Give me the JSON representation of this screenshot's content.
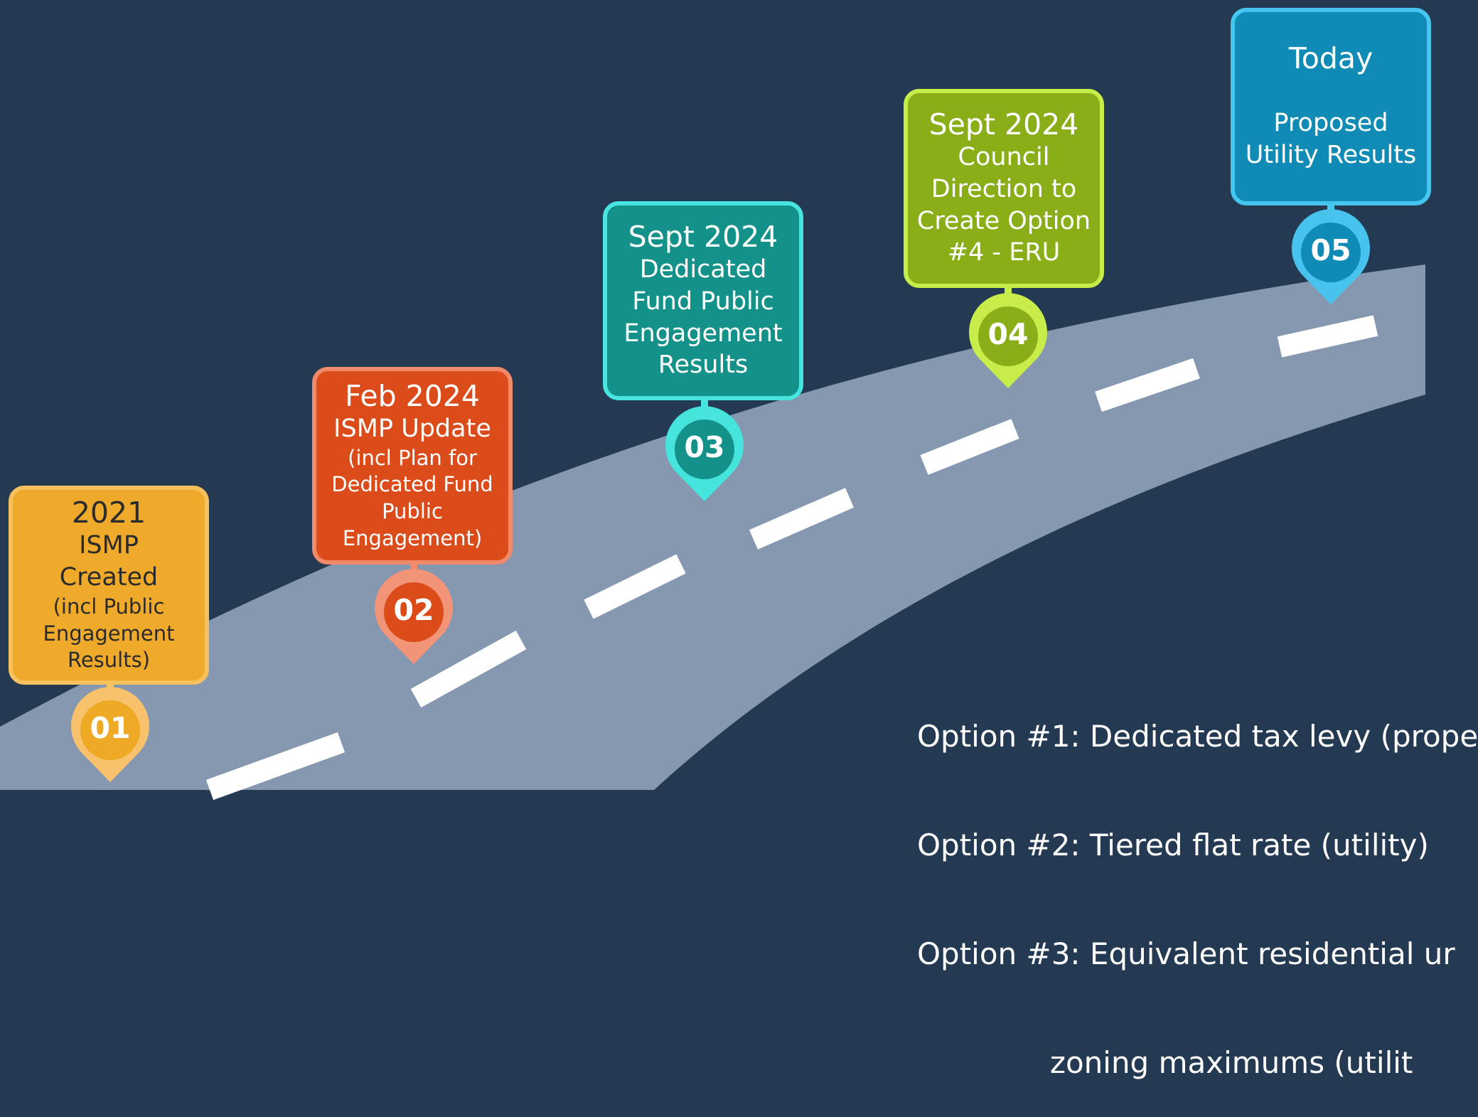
{
  "milestones": [
    {
      "number": "01",
      "title": "2021",
      "headline": [
        "ISMP",
        "Created"
      ],
      "detail": [
        "(incl Public",
        "Engagement",
        "Results)"
      ],
      "colors": {
        "fill": "#efaa2b",
        "border": "#f7c25d",
        "title": "#2b2b2b",
        "text": "#2b2b2b",
        "pin_outer": "#f7c26b",
        "pin_inner": "#eeaa25"
      }
    },
    {
      "number": "02",
      "title": "Feb 2024",
      "headline": [
        "ISMP Update"
      ],
      "detail": [
        "(incl Plan for",
        "Dedicated Fund",
        "Public",
        "Engagement)"
      ],
      "colors": {
        "fill": "#dc4c1b",
        "border": "#f08a6a",
        "title": "#ffffff",
        "text": "#ffffff",
        "pin_outer": "#f29478",
        "pin_inner": "#dc4c1b"
      }
    },
    {
      "number": "03",
      "title": "Sept 2024",
      "headline": [
        "Dedicated",
        "Fund Public",
        "Engagement",
        "Results"
      ],
      "detail": [],
      "colors": {
        "fill": "#14928a",
        "border": "#48e4df",
        "title": "#ffffff",
        "text": "#ffffff",
        "pin_outer": "#46e4dc",
        "pin_inner": "#14928a"
      }
    },
    {
      "number": "04",
      "title": "Sept 2024",
      "headline": [
        "Council",
        "Direction to",
        "Create Option",
        "#4 - ERU"
      ],
      "detail": [],
      "colors": {
        "fill": "#8aae17",
        "border": "#c6ee4a",
        "title": "#ffffff",
        "text": "#ffffff",
        "pin_outer": "#c8ec4a",
        "pin_inner": "#8aae17"
      }
    },
    {
      "number": "05",
      "title": "Today",
      "headline": [
        "",
        "Proposed",
        "Utility Results"
      ],
      "detail": [],
      "colors": {
        "fill": "#108bb5",
        "border": "#46c6ee",
        "title": "#ffffff",
        "text": "#ffffff",
        "pin_outer": "#48c3ee",
        "pin_inner": "#108bb5"
      }
    }
  ],
  "options": [
    "Option #1: Dedicated tax levy (prope",
    "Option #2: Tiered flat rate (utility)",
    "Option #3: Equivalent residential ur",
    "              zoning maximums (utilit"
  ],
  "theme": {
    "background": "#243a52",
    "road": "#8598b0",
    "road_marking": "#ffffff"
  }
}
